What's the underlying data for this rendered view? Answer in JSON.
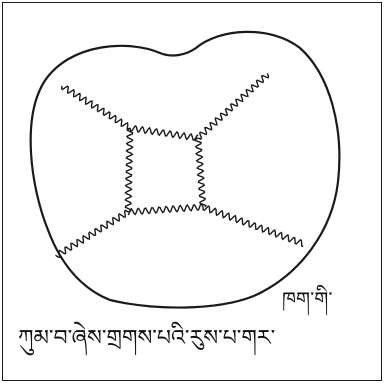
{
  "figure": {
    "subject": "skull-crown-diagram",
    "label_small": "ཁག་གི་",
    "caption": "ཀུམ་བ་ཞེས་གྲགས་པའི་རུས་པ་གར་",
    "ink_color": "#1a1a1a"
  }
}
